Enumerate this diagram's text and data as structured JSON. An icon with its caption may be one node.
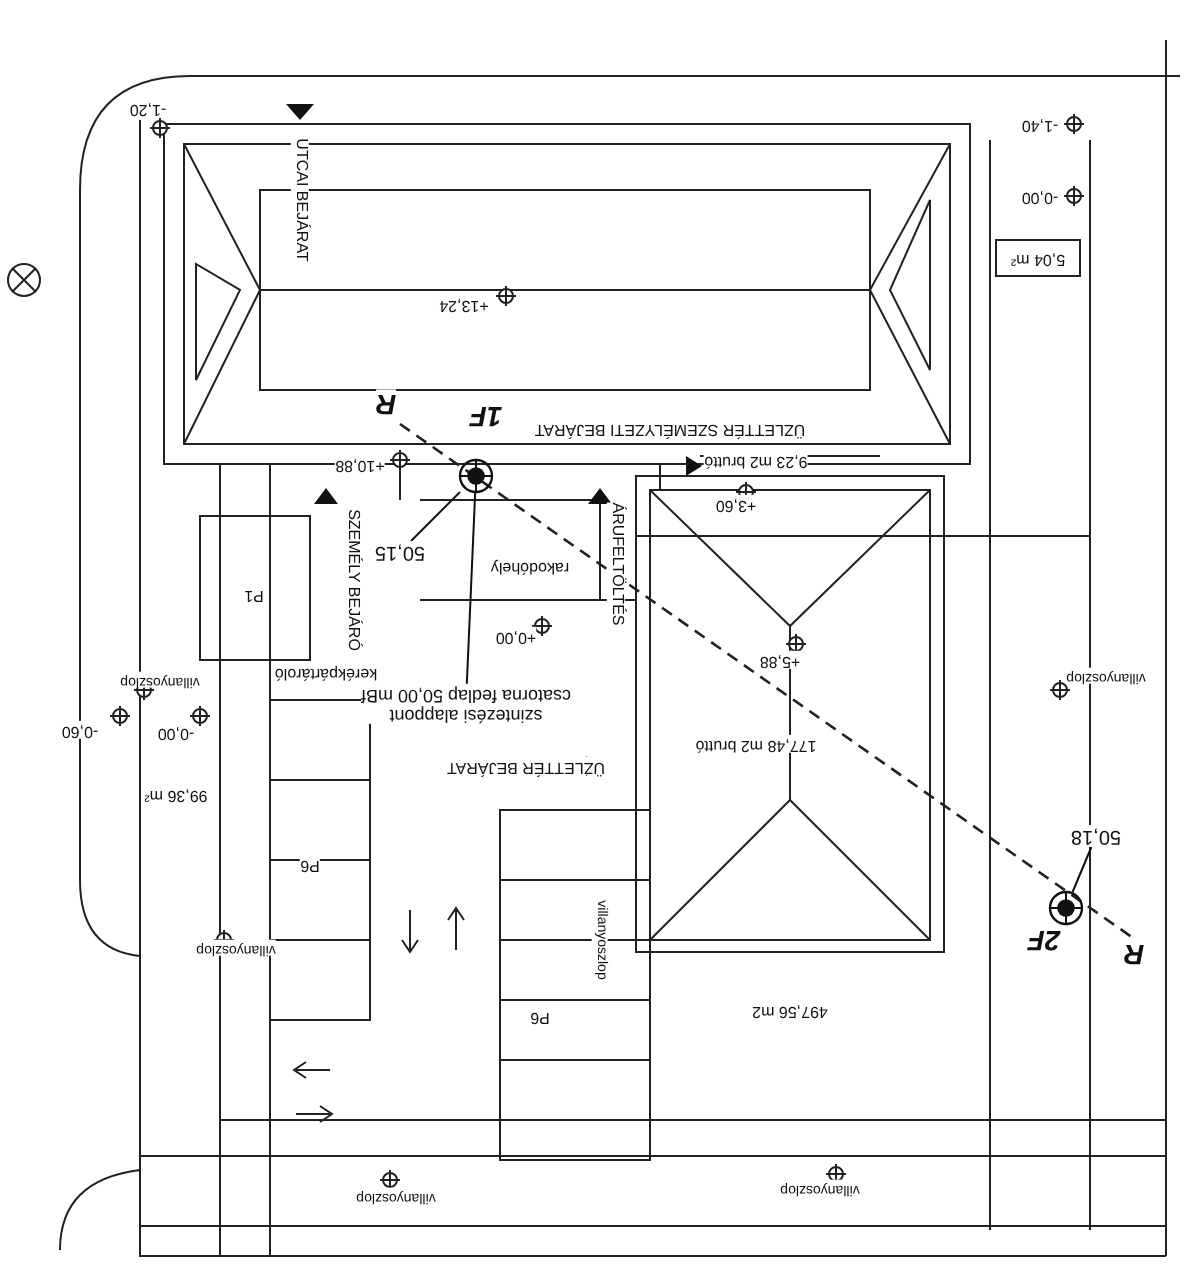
{
  "diagram": {
    "nodes": [
      {
        "text": [
          "50,15"
        ]
      },
      {
        "text": [],
        "shape": "circle"
      },
      {
        "text": [
          "szintezési alappont",
          "csatorna fedlap 50,00 mBf"
        ]
      },
      {
        "text": [
          "50,18"
        ]
      },
      {
        "text": [],
        "shape": "circle"
      }
    ],
    "edges": [
      {
        "from": 0,
        "to": 1,
        "arrow": "none"
      },
      {
        "from": 2,
        "to": 1,
        "arrow": "none"
      },
      {
        "from": 3,
        "to": 4,
        "arrow": "none"
      }
    ],
    "labels": [
      "-1,20",
      "UTCAI BEJÁRAT",
      "+13,24",
      "1F",
      "R",
      "-1,40",
      "-0,00",
      "5,04 m²",
      "ÜZLETTÉR SZEMÉLYZETI BEJÁRAT",
      "9,23 m2 bruttó",
      "+3,60",
      "+10,88",
      "SZEMÉLY BEJÁRÓ",
      "rakodóhely",
      "ÁRUFELTÖLTÉS",
      "+0,00",
      "P1",
      "kerékpártároló",
      "+5,88",
      "villanyoszlop",
      "-0,60",
      "-0,00",
      "ÜZLETTÉR BEJÁRAT",
      "177,48 m2 bruttó",
      "villanyoszlop",
      "99,36 m²",
      "P6",
      "villanyoszlop",
      "villanyoszlop",
      "2F",
      "R",
      "P6",
      "497,56 m2",
      "villanyoszlop",
      "villanyoszlop"
    ]
  }
}
